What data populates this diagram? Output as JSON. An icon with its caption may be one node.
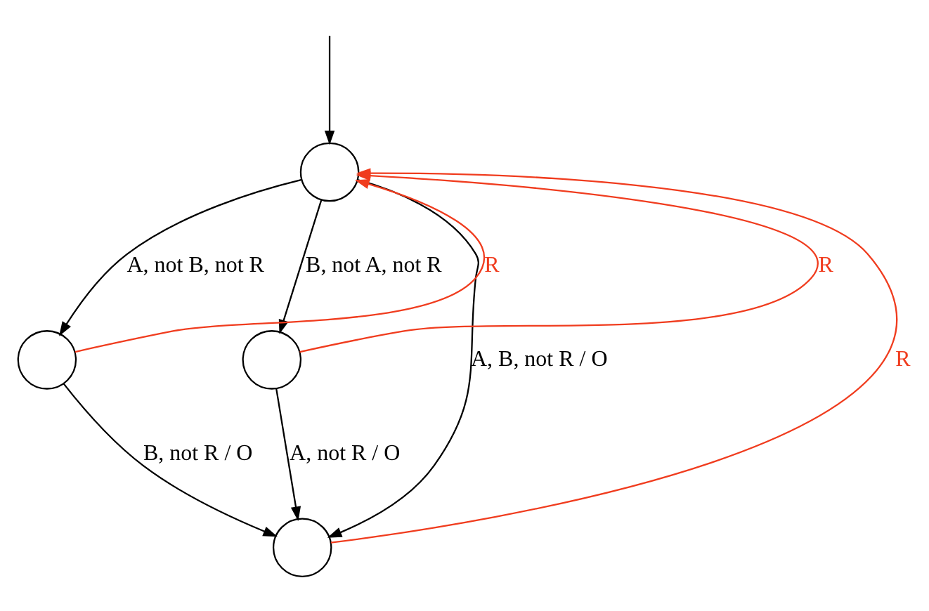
{
  "diagram": {
    "nodes": [
      {
        "text": [],
        "shape": "circle"
      },
      {
        "text": [],
        "shape": "circle"
      },
      {
        "text": [],
        "shape": "circle"
      },
      {
        "text": [],
        "shape": "circle"
      }
    ],
    "edges": [
      {
        "from": null,
        "to": 0,
        "arrow": "to"
      },
      {
        "from": 0,
        "to": 1,
        "arrow": "to",
        "label": "A, not B, not R"
      },
      {
        "from": 0,
        "to": 2,
        "arrow": "to",
        "label": "B, not A, not R"
      },
      {
        "from": 1,
        "to": 0,
        "arrow": "to",
        "label": "R",
        "color": "#f03c1e"
      },
      {
        "from": 2,
        "to": 0,
        "arrow": "to",
        "label": "R",
        "color": "#f03c1e"
      },
      {
        "from": 3,
        "to": 0,
        "arrow": "to",
        "label": "R",
        "color": "#f03c1e"
      },
      {
        "from": 0,
        "to": 3,
        "arrow": "to",
        "label": "A, B, not R / O"
      },
      {
        "from": 1,
        "to": 3,
        "arrow": "to",
        "label": "B, not R / O"
      },
      {
        "from": 2,
        "to": 3,
        "arrow": "to",
        "label": "A, not R / O"
      }
    ]
  }
}
